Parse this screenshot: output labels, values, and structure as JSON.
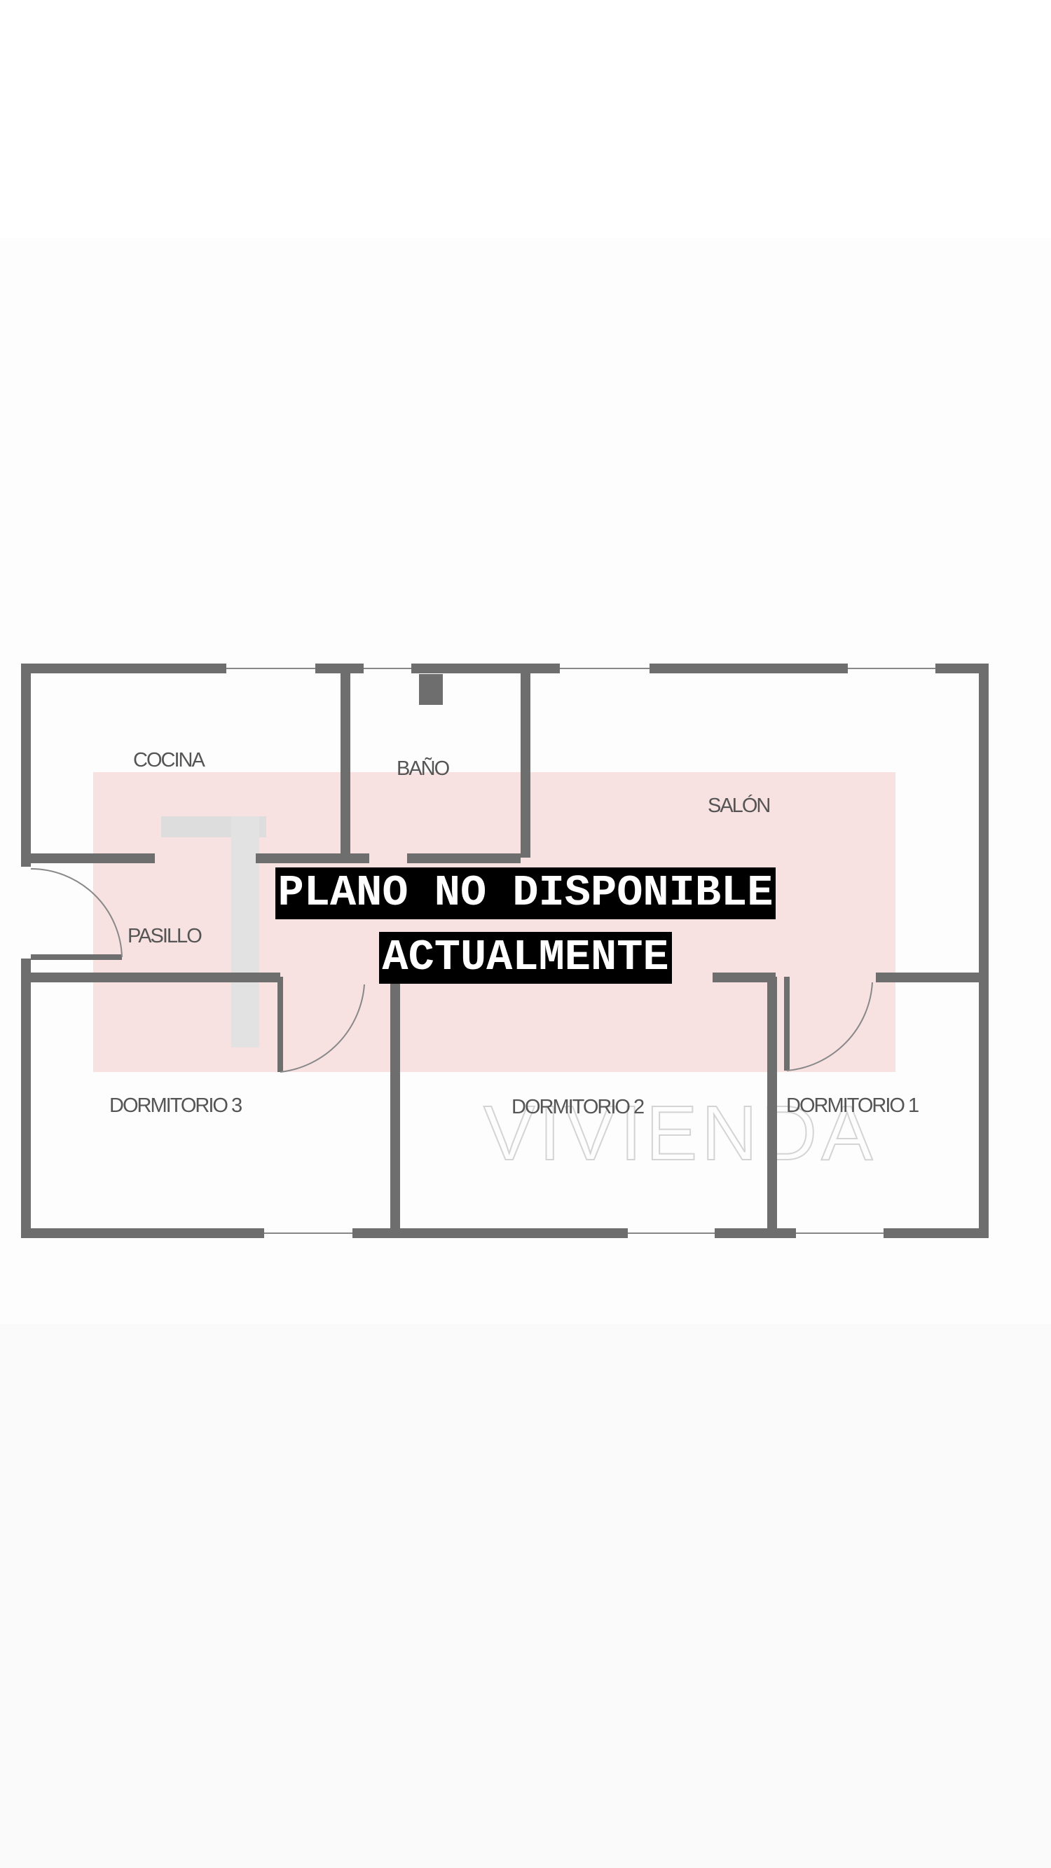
{
  "banner": {
    "line1": "PLANO NO DISPONIBLE",
    "line2": "ACTUALMENTE"
  },
  "rooms": {
    "kitchen": "COCINA",
    "bathroom": "BAÑO",
    "living_room": "SALÓN",
    "hallway": "PASILLO",
    "bedroom_3": "DORMITORIO 3",
    "bedroom_2": "DORMITORIO 2",
    "bedroom_1": "DORMITORIO 1"
  },
  "watermark": {
    "text": "VIVIENDA"
  },
  "colors": {
    "wall": "#6e6e6e",
    "watermark_block": "#f7e1e1",
    "banner_bg": "#000000",
    "banner_text": "#ffffff"
  }
}
